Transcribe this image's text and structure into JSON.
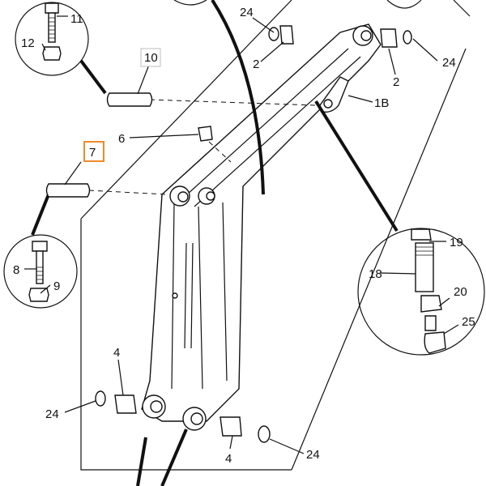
{
  "colors": {
    "highlight": "#f08a2c",
    "ink": "#111111",
    "background": "#ffffff"
  },
  "labels": {
    "l11": "11",
    "l12": "12",
    "l10": "10",
    "l24_top": "24",
    "l2_top": "2",
    "l24_right": "24",
    "l2_right": "2",
    "l1B": "1B",
    "l6": "6",
    "l7": "7",
    "l19": "19",
    "l18": "18",
    "l20": "20",
    "l25": "25",
    "l8": "8",
    "l9": "9",
    "l4_left": "4",
    "l24_left": "24",
    "l4_bottom": "4",
    "l24_bottom": "24"
  }
}
